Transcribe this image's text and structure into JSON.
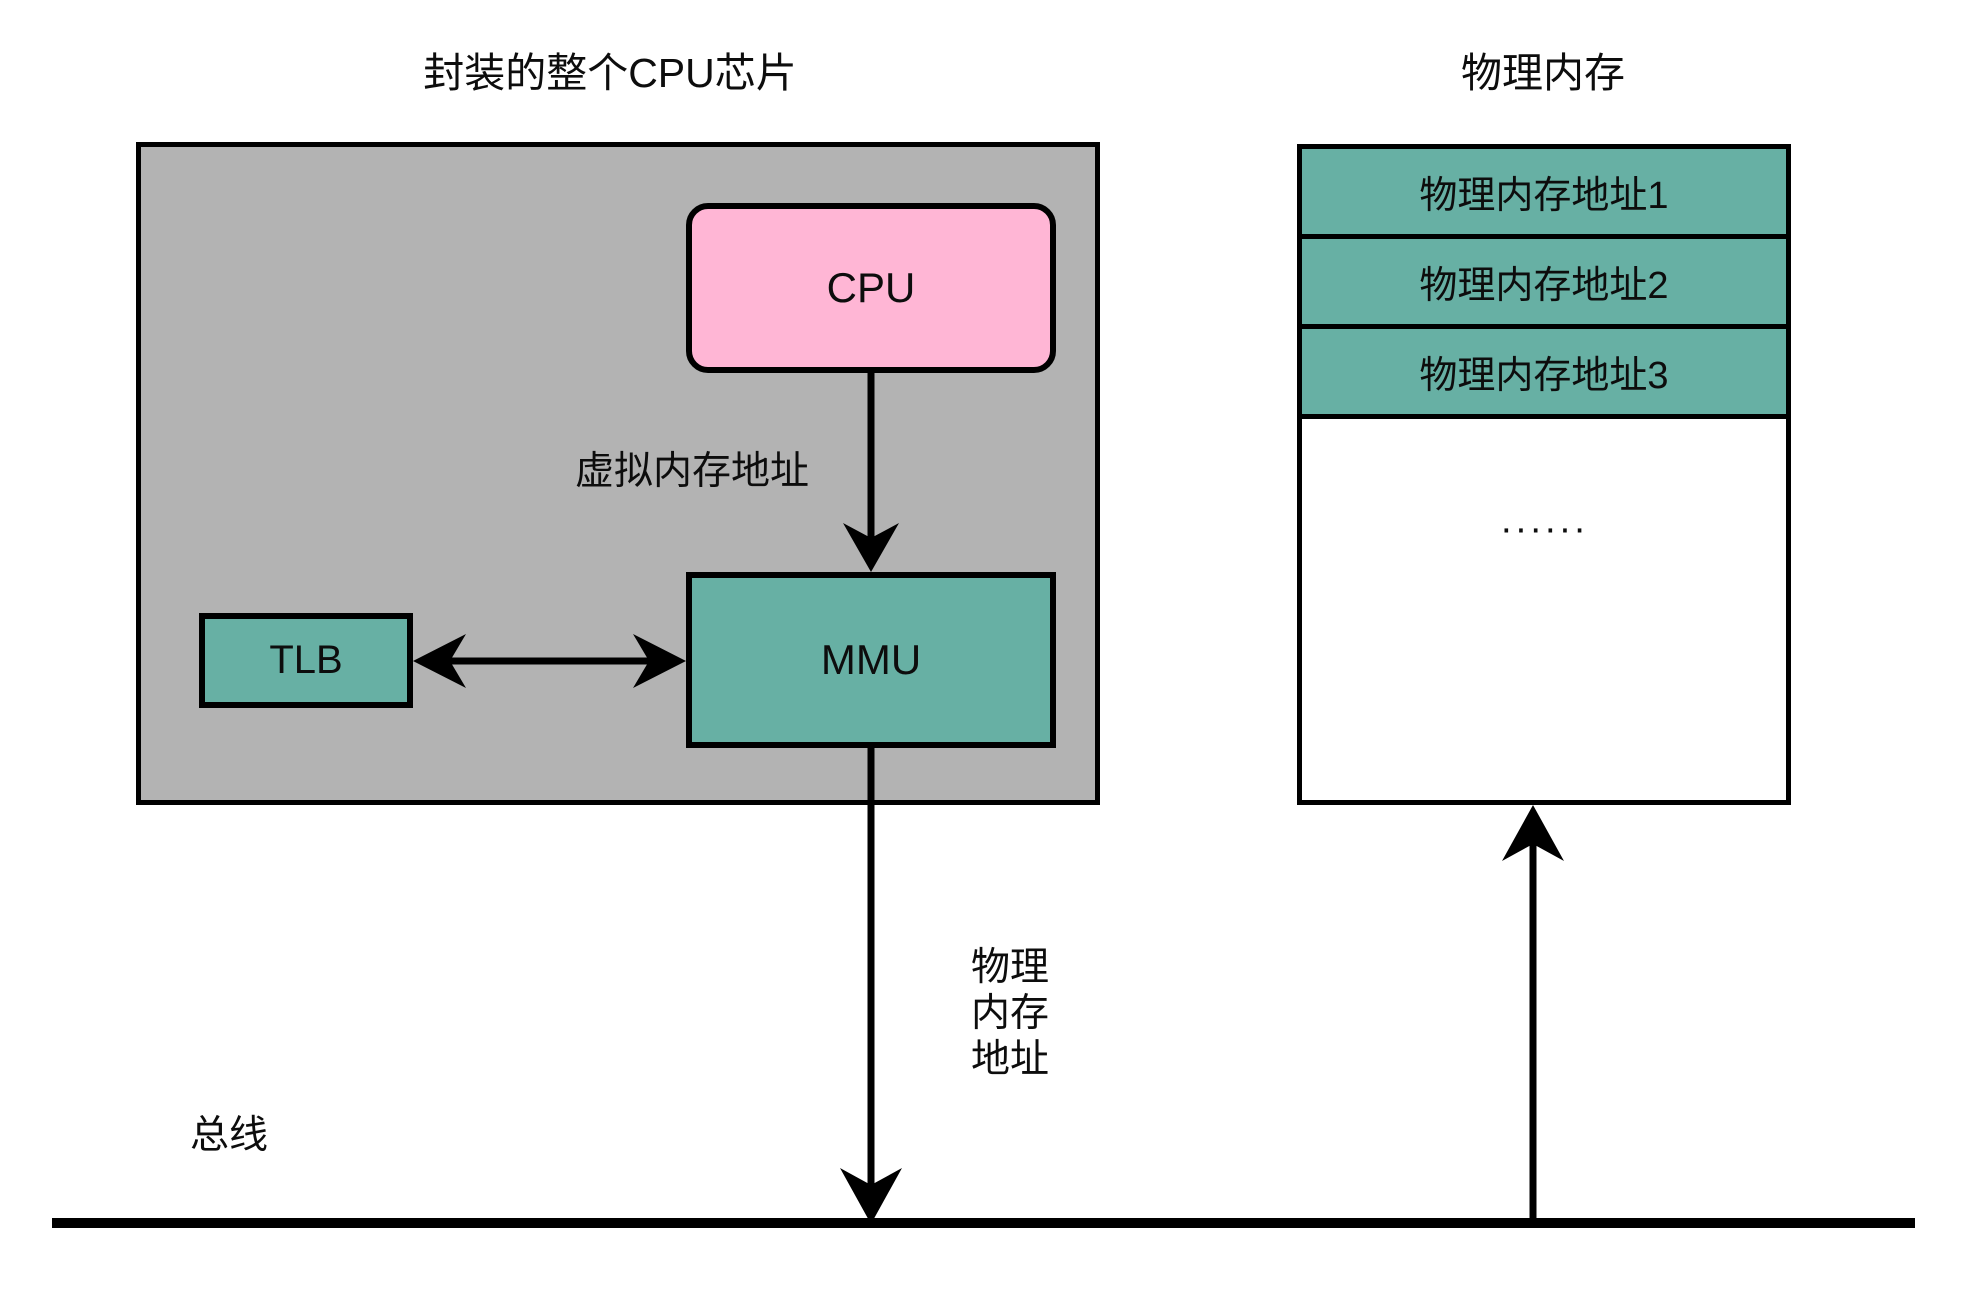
{
  "diagram": {
    "titles": {
      "cpu_chip": "封装的整个CPU芯片",
      "physical_memory": "物理内存"
    },
    "nodes": {
      "cpu": "CPU",
      "mmu": "MMU",
      "tlb": "TLB"
    },
    "edge_labels": {
      "virtual_address": "虚拟内存地址",
      "physical_address_line1": "物理",
      "physical_address_line2": "内存",
      "physical_address_line3": "地址",
      "bus": "总线"
    },
    "memory": {
      "cells": [
        "物理内存地址1",
        "物理内存地址2",
        "物理内存地址3"
      ],
      "ellipsis": "······"
    },
    "colors": {
      "chip_fill": "#b3b3b3",
      "cpu_fill": "#ffb6d5",
      "unit_fill": "#67b0a4",
      "memory_cell_fill": "#67b0a4",
      "stroke": "#000000",
      "background": "#ffffff",
      "text": "#0d0d0d"
    }
  }
}
